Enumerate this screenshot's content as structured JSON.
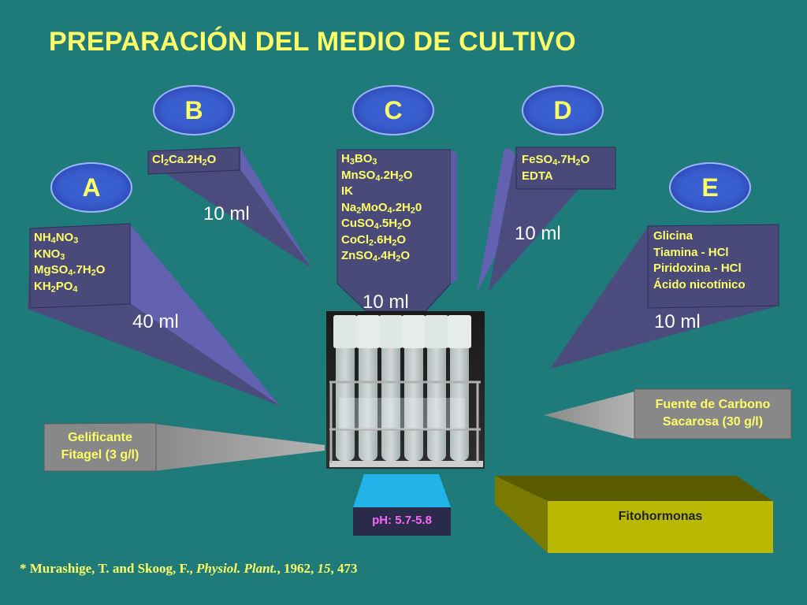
{
  "title": "PREPARACIÓN DEL MEDIO DE CULTIVO",
  "colors": {
    "background": "#1f7a7a",
    "title": "#ffff66",
    "oval": "#3a5fd0",
    "prism_front": "#4a4a7a",
    "prism_side": "#5c5ca8",
    "ph": "#ff66ff",
    "fito": "#b8b800"
  },
  "solutions": {
    "A": {
      "label": "A",
      "components": [
        "NH<sub>4</sub>NO<sub>3</sub>",
        "KNO<sub>3</sub>",
        "MgSO<sub>4</sub>.7H<sub>2</sub>O",
        "KH<sub>2</sub>PO<sub>4</sub>"
      ],
      "volume": "40 ml"
    },
    "B": {
      "label": "B",
      "components": [
        "Cl<sub>2</sub>Ca.2H<sub>2</sub>O"
      ],
      "volume": "10 ml"
    },
    "C": {
      "label": "C",
      "components": [
        "H<sub>3</sub>BO<sub>3</sub>",
        "MnSO<sub>4</sub>.2H<sub>2</sub>O",
        "IK",
        "Na<sub>2</sub>MoO<sub>4</sub>.2H<sub>2</sub>0",
        "CuSO<sub>4</sub>.5H<sub>2</sub>O",
        "CoCl<sub>2</sub>.6H<sub>2</sub>O",
        "ZnSO<sub>4</sub>.4H<sub>2</sub>O"
      ],
      "volume": "10 ml"
    },
    "D": {
      "label": "D",
      "components": [
        "FeSO<sub>4</sub>.7H<sub>2</sub>O",
        "EDTA"
      ],
      "volume": "10 ml"
    },
    "E": {
      "label": "E",
      "components": [
        "Glicina",
        "Tiamina - HCl",
        "Piridoxina - HCl",
        "Ácido nicotínico"
      ],
      "volume": "10 ml"
    }
  },
  "gelling": {
    "line1": "Gelificante",
    "line2": "Fitagel (3 g/l)"
  },
  "carbon": {
    "line1": "Fuente de Carbono",
    "line2": "Sacarosa (30 g/l)"
  },
  "ph": "pH: 5.7-5.8",
  "hormones": "Fitohormonas",
  "reference": "* Murashige, T. and Skoog, F., <i>Physiol. Plant.</i>, 1962, <i>15</i>, 473"
}
